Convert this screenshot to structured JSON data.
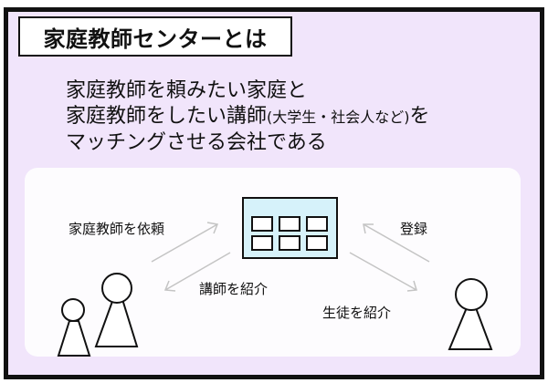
{
  "title": "家庭教師センターとは",
  "description": {
    "line1": "家庭教師を頼みたい家庭と",
    "line2_main": "家庭教師をしたい講師",
    "line2_paren": "(大学生・社会人など)",
    "line2_end": "を",
    "line3": "マッチングさせる会社である"
  },
  "diagram": {
    "center_icon": "building-icon",
    "left_actor": "family-icon",
    "right_actor": "tutor-icon",
    "labels": {
      "request": "家庭教師を依頼",
      "introduce_tutor": "講師を紹介",
      "register": "登録",
      "introduce_student": "生徒を紹介"
    },
    "colors": {
      "background": "#f1e5fb",
      "panel": "#fdfcfe",
      "building_fill": "#d6f2fa",
      "arrow": "#c4c4c4"
    }
  }
}
